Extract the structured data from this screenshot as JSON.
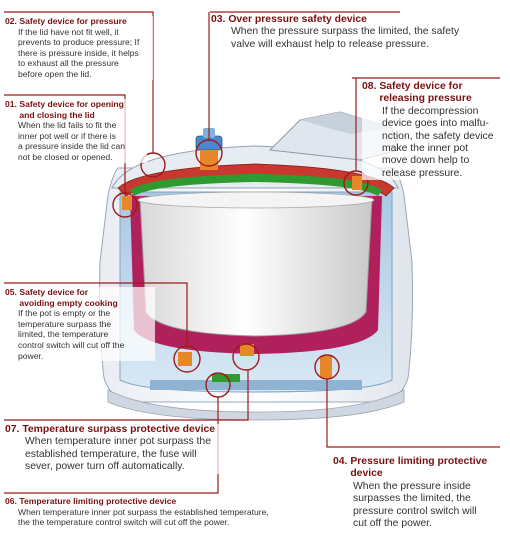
{
  "annotations": {
    "n02": {
      "title": "02. Safety device for pressure",
      "body": "If the lid have not fit well, it\nprevents to produce pressure; If\nthere is pressure inside, it helps\nto exhaust all the pressure\nbefore open the lid."
    },
    "n03": {
      "title": "03. Over pressure safety device",
      "body": "When the pressure surpass the limited, the safety\nvalve will exhaust help to release pressure."
    },
    "n01": {
      "title": "01. Safety device for opening\n      and closing the lid",
      "body": "When the lid fails to fit the\ninner pot well or if there is\na pressure inside the lid can\nnot be closed or opened."
    },
    "n08": {
      "title": "08. Safety device for\n      releasing pressure",
      "body": "If the decompression\ndevice goes into malfu-\nnction, the safety device\nmake the inner pot\nmove down help to\nrelease pressure."
    },
    "n05": {
      "title": "05. Safety device for\n      avoiding empty cooking",
      "body": "If the pot is empty or the\ntemperature surpass the\nlimited, the temperature\ncontrol switch will cut off the\npower."
    },
    "n07": {
      "title": "07. Temperature surpass protective device",
      "body": "When temperature inner pot surpass the\nestablished temperature, the fuse will\nsever, power turn off automatically."
    },
    "n04": {
      "title": "04. Pressure limiting protective\n      device",
      "body": "When the pressure inside\nsurpasses the limited, the\npressure control switch will\ncut off the power."
    },
    "n06": {
      "title": "06. Temperature limiting protective device",
      "body": "When temperature inner pot surpass the established temperature,\nthe the temperature control switch will cut off the power."
    }
  },
  "colors": {
    "leader": "#9e1a1a",
    "inner_pot": "#f2f2f2",
    "gasket": "#2f9a2f",
    "heater": "#b0205a",
    "housing": "#bcd6ea",
    "valve": "#e8862a"
  }
}
